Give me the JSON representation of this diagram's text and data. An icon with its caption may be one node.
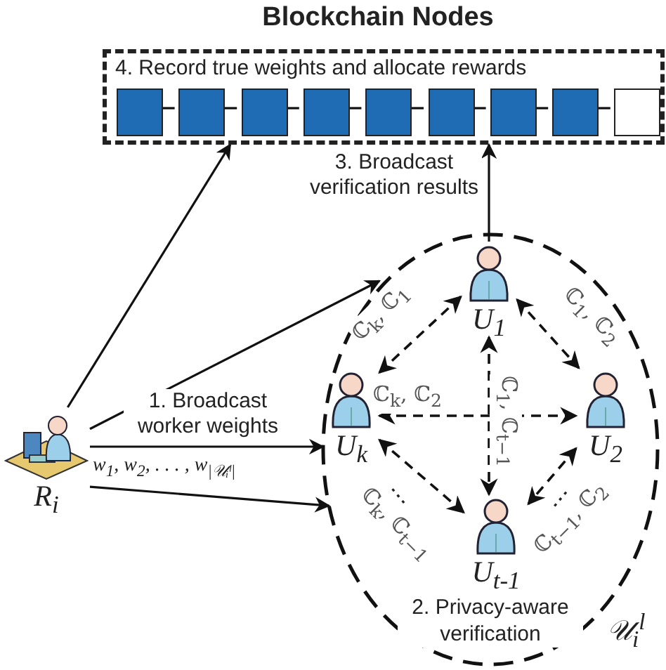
{
  "diagram": {
    "title": "Blockchain Nodes",
    "nodes": [
      {
        "text": [
          "4. Record true weights and allocate rewards"
        ]
      },
      {
        "text": [],
        "shape": "box",
        "in": 0
      },
      {
        "text": [],
        "shape": "box",
        "in": 0
      },
      {
        "text": [],
        "shape": "box",
        "in": 0
      },
      {
        "text": [],
        "shape": "box",
        "in": 0
      },
      {
        "text": [],
        "shape": "box",
        "in": 0
      },
      {
        "text": [],
        "shape": "box",
        "in": 0
      },
      {
        "text": [],
        "shape": "box",
        "in": 0
      },
      {
        "text": [],
        "shape": "box",
        "in": 0
      },
      {
        "text": [],
        "shape": "box",
        "in": 0
      },
      {
        "text": [
          "R$_{i}$"
        ]
      },
      {
        "text": [
          "2. Privacy-aware verification"
        ],
        "beside": [
          "𝒰$_{i}$$^{l}$"
        ]
      },
      {
        "text": [
          "U$_{1}$"
        ],
        "in": 11
      },
      {
        "text": [
          "U$_{2}$"
        ],
        "in": 11
      },
      {
        "text": [
          "U$_{t-1}$"
        ],
        "in": 11
      },
      {
        "text": [
          "U$_{k}$"
        ],
        "in": 11
      }
    ],
    "edges": [
      {
        "from": 1,
        "to": 2,
        "arrow": "none"
      },
      {
        "from": 2,
        "to": 3,
        "arrow": "none"
      },
      {
        "from": 3,
        "to": 4,
        "arrow": "none"
      },
      {
        "from": 4,
        "to": 5,
        "arrow": "none"
      },
      {
        "from": 5,
        "to": 6,
        "arrow": "none"
      },
      {
        "from": 6,
        "to": 7,
        "arrow": "none"
      },
      {
        "from": 7,
        "to": 8,
        "arrow": "none"
      },
      {
        "from": 8,
        "to": 9,
        "arrow": "none"
      },
      {
        "from": 10,
        "to": 0,
        "arrow": "to"
      },
      {
        "from": 10,
        "to": 11,
        "arrow": "to"
      },
      {
        "from": 10,
        "to": 15,
        "arrow": "to",
        "label": "1. Broadcast worker weights"
      },
      {
        "from": 10,
        "to": 11,
        "arrow": "to"
      },
      {
        "from": 12,
        "to": 0,
        "arrow": "to",
        "label": "3. Broadcast verification results"
      },
      {
        "from": 12,
        "to": 15,
        "arrow": "both",
        "style": "dashed",
        "label": "ℂ$_{k}$, ℂ$_{1}$"
      },
      {
        "from": 12,
        "to": 13,
        "arrow": "both",
        "style": "dashed",
        "label": "ℂ$_{1}$, ℂ$_{2}$"
      },
      {
        "from": 15,
        "to": 13,
        "arrow": "both",
        "style": "dashed",
        "label": "ℂ$_{k}$, ℂ$_{2}$"
      },
      {
        "from": 12,
        "to": 14,
        "arrow": "both",
        "style": "dashed",
        "label": "ℂ$_{1}$, ℂ$_{t−1}$"
      },
      {
        "from": 15,
        "to": 14,
        "arrow": "both",
        "style": "dashed",
        "label": "ℂ$_{k}$, ℂ$_{t−1}$"
      },
      {
        "from": 13,
        "to": 14,
        "arrow": "both",
        "style": "dashed",
        "label": "ℂ$_{t−1}$, ℂ$_{2}$"
      }
    ],
    "labels": [
      "w$_{1}$, w$_{2}$, . . . , w$_{|𝒰ᵢˡ|}$",
      "⋮",
      "⋮"
    ]
  }
}
